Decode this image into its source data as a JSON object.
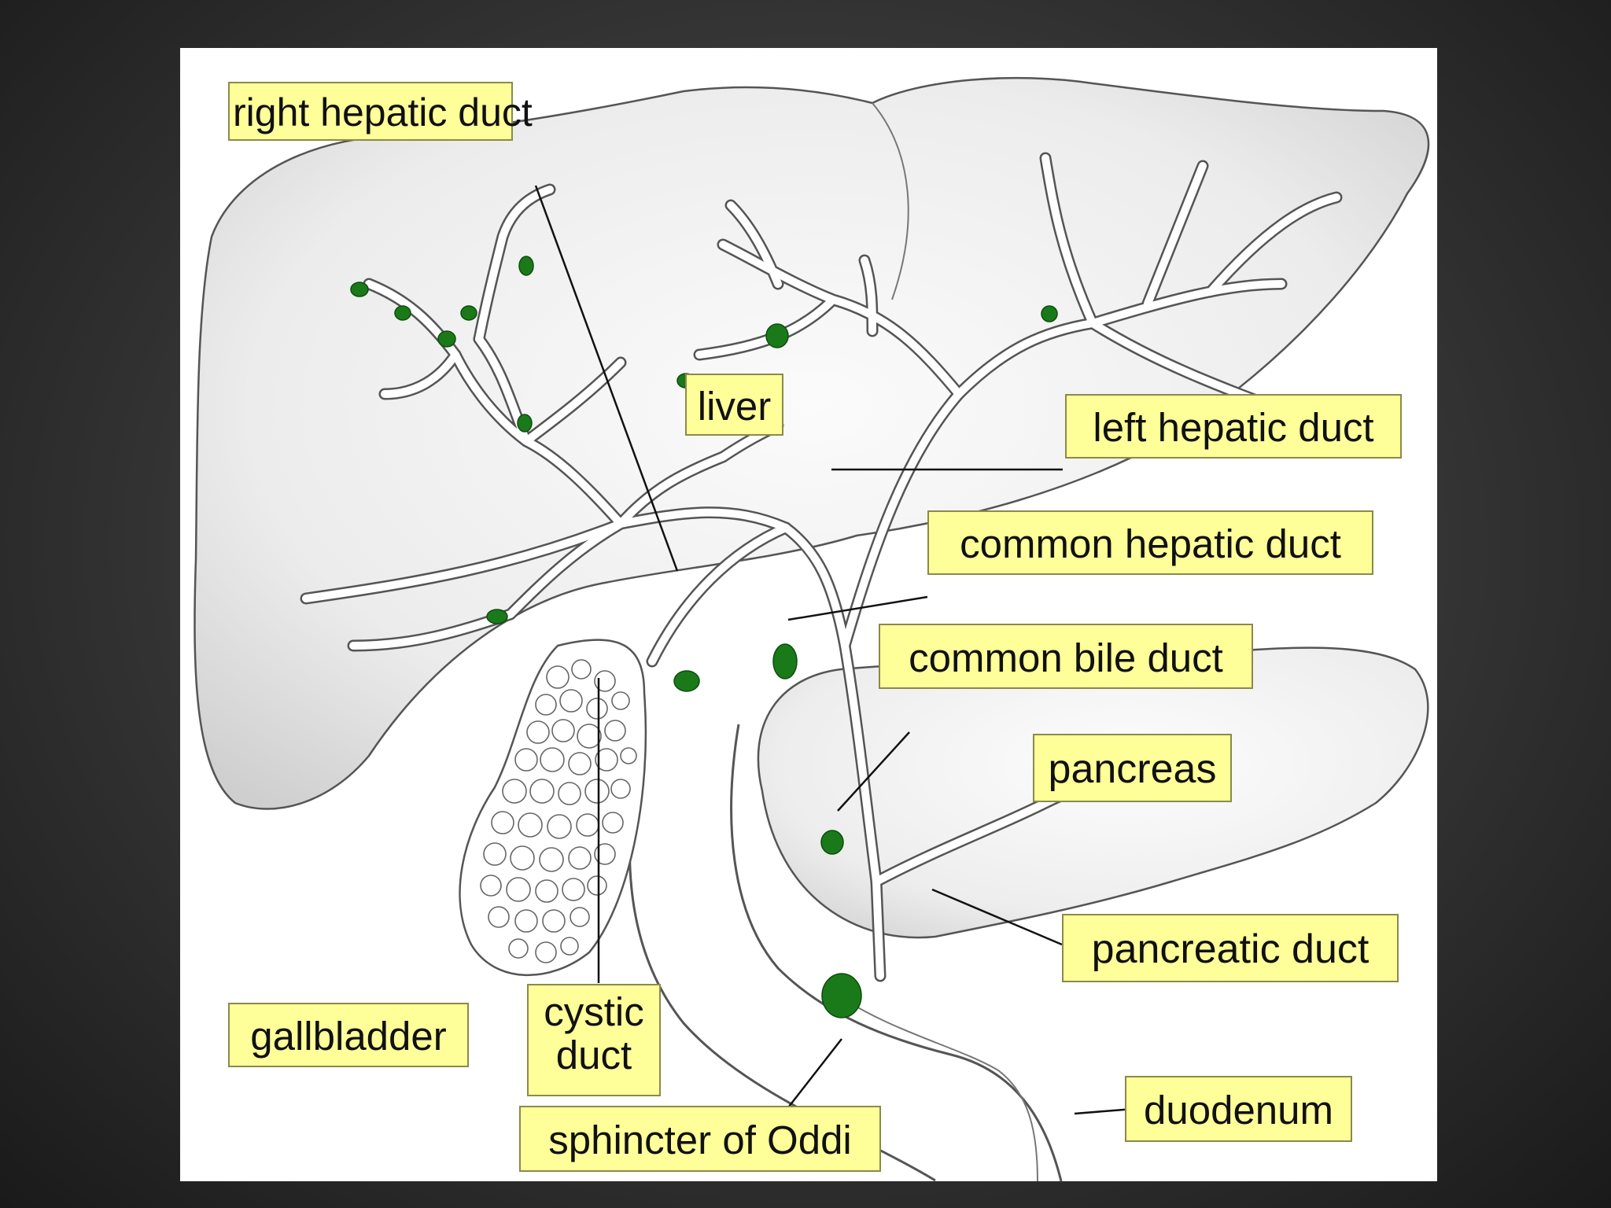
{
  "colors": {
    "label_background": "#ffff99",
    "organ_fill": "#e6e6e6",
    "outline": "#555555",
    "duct_fill": "#ffffff",
    "stone_green": "#1a7a1a",
    "leader_line": "#111111"
  },
  "labels": {
    "right_hepatic_duct": "right hepatic duct",
    "liver": "liver",
    "left_hepatic_duct": "left hepatic duct",
    "common_hepatic_duct": "common hepatic duct",
    "common_bile_duct": "common bile duct",
    "pancreas": "pancreas",
    "pancreatic_duct": "pancreatic duct",
    "gallbladder": "gallbladder",
    "cystic_duct_line1": "cystic",
    "cystic_duct_line2": "duct",
    "sphincter_of_oddi": "sphincter of Oddi",
    "duodenum": "duodenum"
  }
}
